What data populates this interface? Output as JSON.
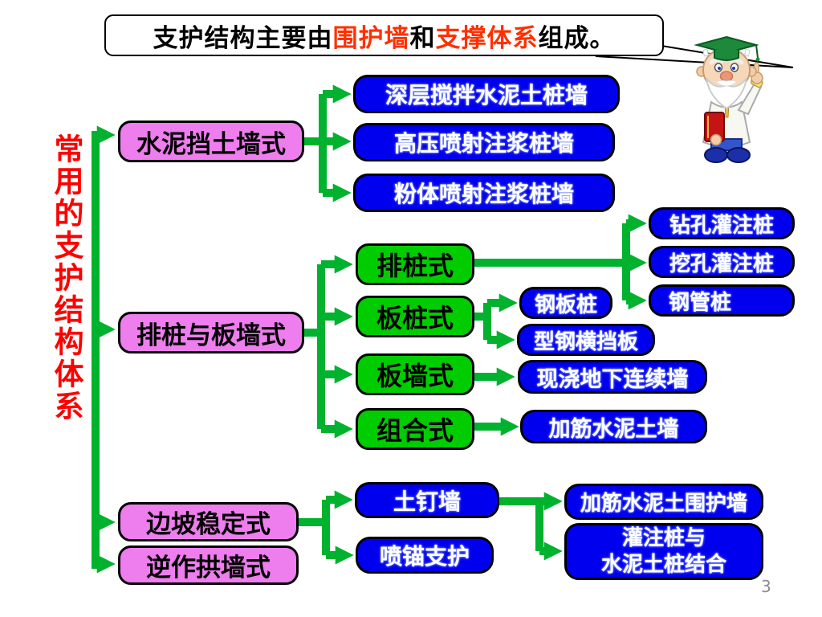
{
  "slide": {
    "callout": {
      "seg1": "支护结构主要由",
      "seg2": "围护墙",
      "seg3": "和",
      "seg4": "支撑体系",
      "seg5": "组成。"
    },
    "side_label": "常用的支护结构体系",
    "page_number": "3",
    "mascot_icon": "professor-with-book-pointing-up-icon",
    "colors": {
      "connector_green": "#00B22D",
      "box_green": "#00CC00",
      "box_pink": "#EE7DEE",
      "box_blue": "#0000EE",
      "highlight_red": "#FF3000",
      "side_red": "#FF0000"
    }
  },
  "tree": {
    "nodes": {
      "cement_wall": "水泥挡土墙式",
      "pile_plate_wall": "排桩与板墙式",
      "slope_stability": "边坡稳定式",
      "reverse_arch_wall": "逆作拱墙式",
      "deep_mixing": "深层搅拌水泥土桩墙",
      "high_pressure_jet": "高压喷射注浆桩墙",
      "powder_jet": "粉体喷射注浆桩墙",
      "row_pile": "排桩式",
      "sheet_pile": "板桩式",
      "plate_wall": "板墙式",
      "composite": "组合式",
      "bored_pile": "钻孔灌注桩",
      "dug_pile": "挖孔灌注桩",
      "steel_pipe_pile": "钢管桩",
      "steel_sheet_pile": "钢板桩",
      "steel_lagging": "型钢横挡板",
      "cast_diaphragm_wall": "现浇地下连续墙",
      "reinforced_cement_soil_wall": "加筋水泥土墙",
      "soil_nail_wall": "土钉墙",
      "shotcrete_anchor": "喷锚支护",
      "reinforced_cement_soil_retaining_wall": "加筋水泥土围护墙",
      "pile_cement_combo_line1": "灌注桩与",
      "pile_cement_combo_line2": "水泥土桩结合"
    }
  }
}
